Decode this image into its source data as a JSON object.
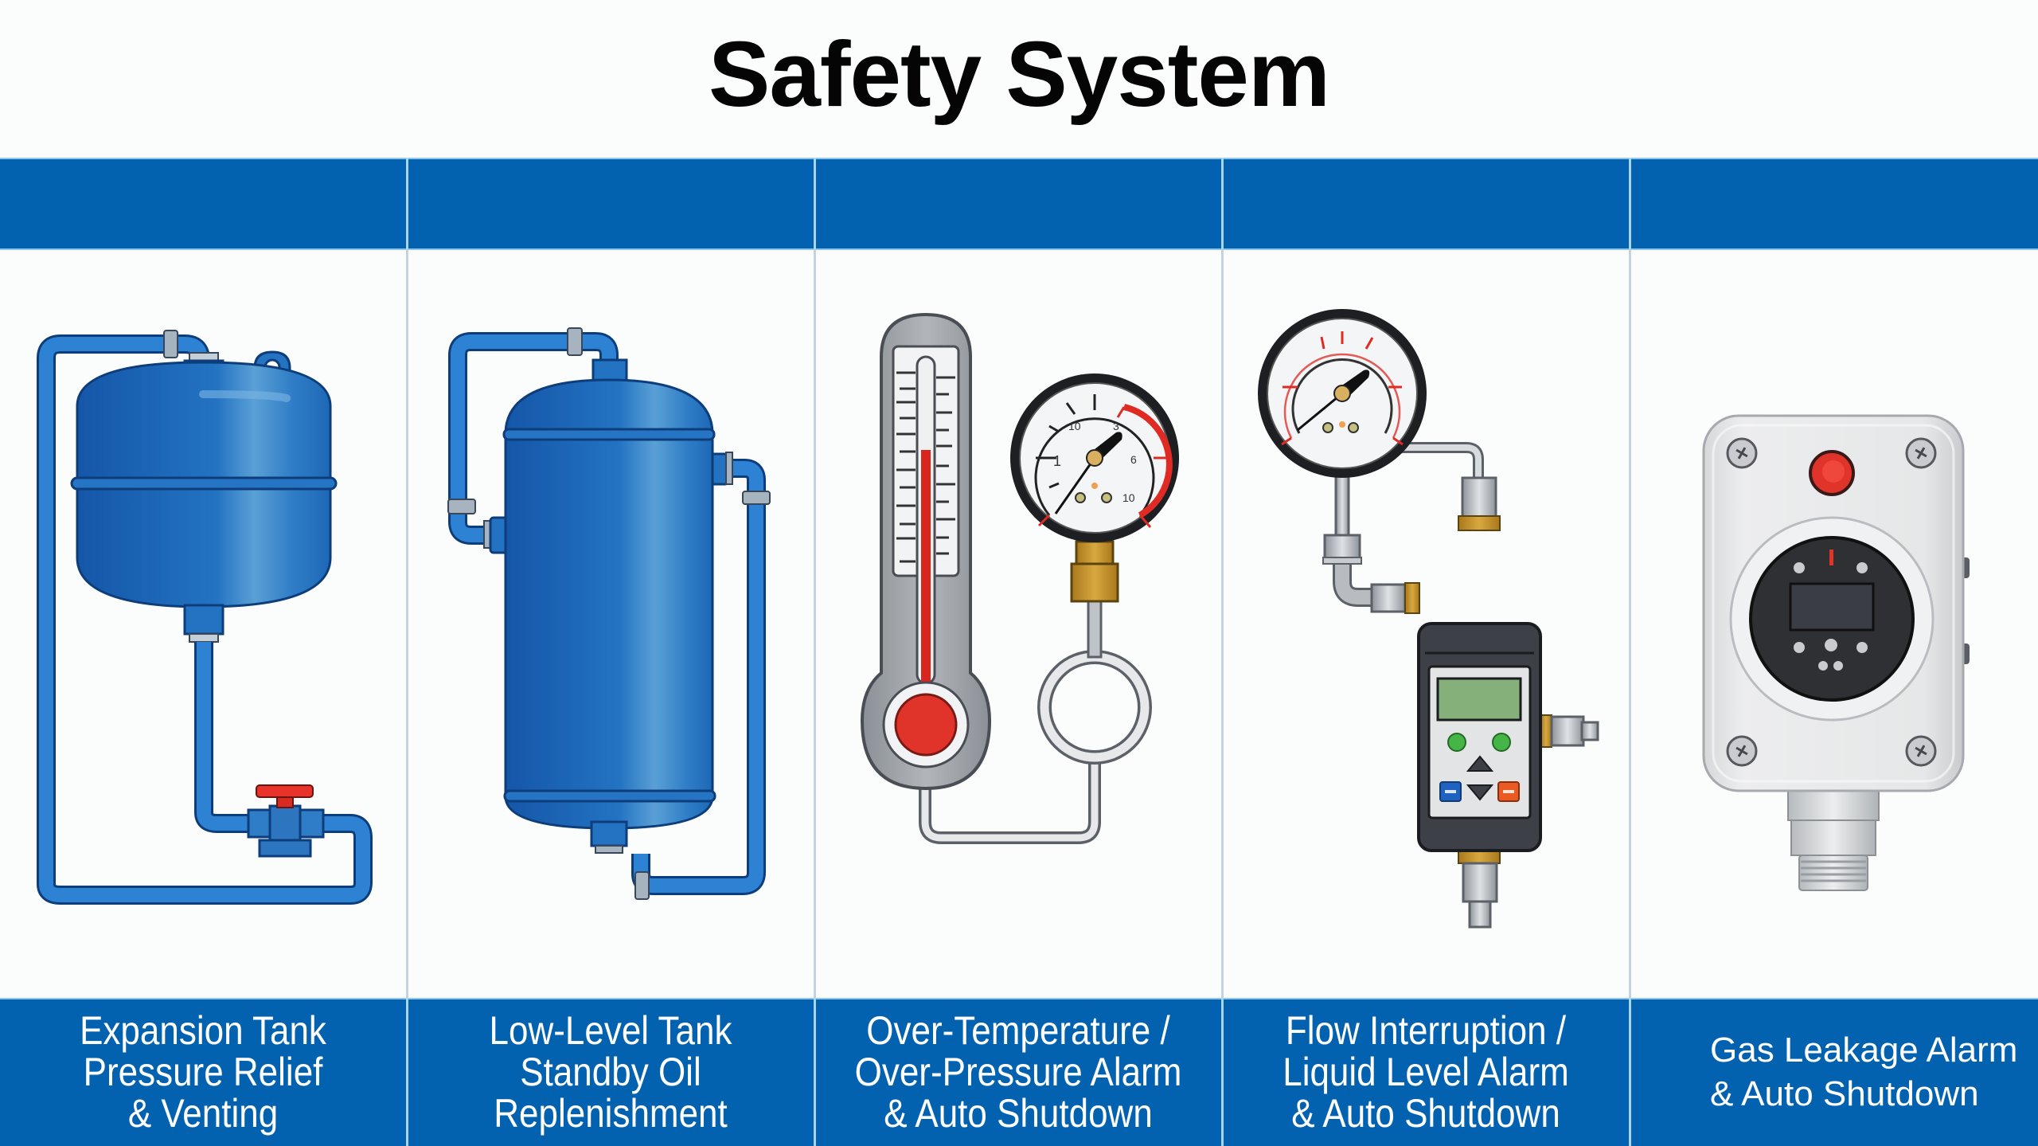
{
  "title": "Safety System",
  "colors": {
    "band_blue": "#0362b0",
    "tank_blue": "#1f6fc0",
    "alarm_red": "#e02b24",
    "brass": "#c9962e",
    "background": "#fbfcfc"
  },
  "panels": [
    {
      "id": "expansion-tank",
      "illustration": "expansion-tank-with-valve-icon",
      "label_lines": [
        "Expansion Tank",
        "Pressure Relief",
        "& Venting"
      ]
    },
    {
      "id": "low-level-tank",
      "illustration": "standby-oil-tank-icon",
      "label_lines": [
        "Low-Level Tank",
        "Standby Oil",
        "Replenishment"
      ]
    },
    {
      "id": "over-temperature-pressure",
      "illustration": "thermometer-and-pressure-gauge-icon",
      "label_lines": [
        "Over-Temperature /",
        "Over-Pressure Alarm",
        "& Auto Shutdown"
      ]
    },
    {
      "id": "flow-liquid-level",
      "illustration": "gauge-and-flow-switch-controller-icon",
      "label_lines": [
        "Flow Interruption /",
        "Liquid Level Alarm",
        "& Auto Shutdown"
      ]
    },
    {
      "id": "gas-leakage",
      "illustration": "gas-detector-enclosure-icon",
      "label_lines": [
        "Gas Leakage Alarm",
        "& Auto Shutdown"
      ]
    }
  ],
  "gauge_scale_marks": [
    "1",
    "10",
    "3",
    "6",
    "10"
  ]
}
